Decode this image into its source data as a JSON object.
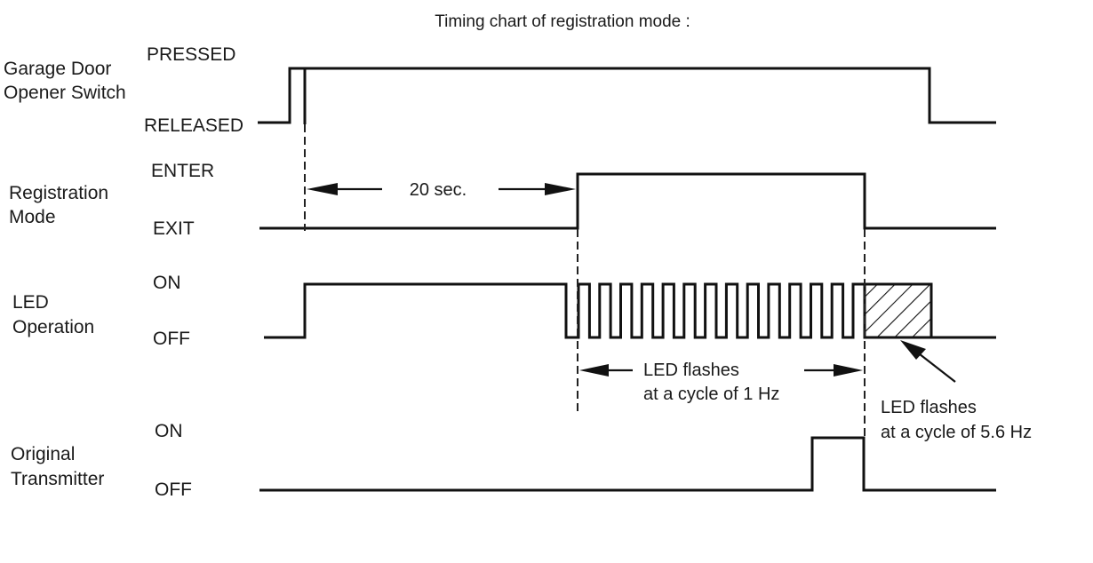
{
  "title": "Timing chart of registration mode :",
  "signals": [
    {
      "id": "garage-door-opener-switch",
      "name_lines": [
        "Garage Door",
        "Opener Switch"
      ],
      "high_label": "PRESSED",
      "low_label": "RELEASED"
    },
    {
      "id": "registration-mode",
      "name_lines": [
        "Registration",
        "Mode"
      ],
      "high_label": "ENTER",
      "low_label": "EXIT"
    },
    {
      "id": "led-operation",
      "name_lines": [
        "LED",
        "Operation"
      ],
      "high_label": "ON",
      "low_label": "OFF"
    },
    {
      "id": "original-transmitter",
      "name_lines": [
        "Original",
        "Transmitter"
      ],
      "high_label": "ON",
      "low_label": "OFF"
    }
  ],
  "annotations": {
    "delay": "20 sec.",
    "slow_flash_lines": [
      "LED flashes",
      "at a cycle of 1 Hz"
    ],
    "fast_flash_lines": [
      "LED flashes",
      "at a cycle of 5.6 Hz"
    ]
  },
  "timing": {
    "delay_seconds": 20,
    "slow_flash_hz": 1,
    "fast_flash_hz": 5.6,
    "slow_flash_pulse_count": 14
  }
}
